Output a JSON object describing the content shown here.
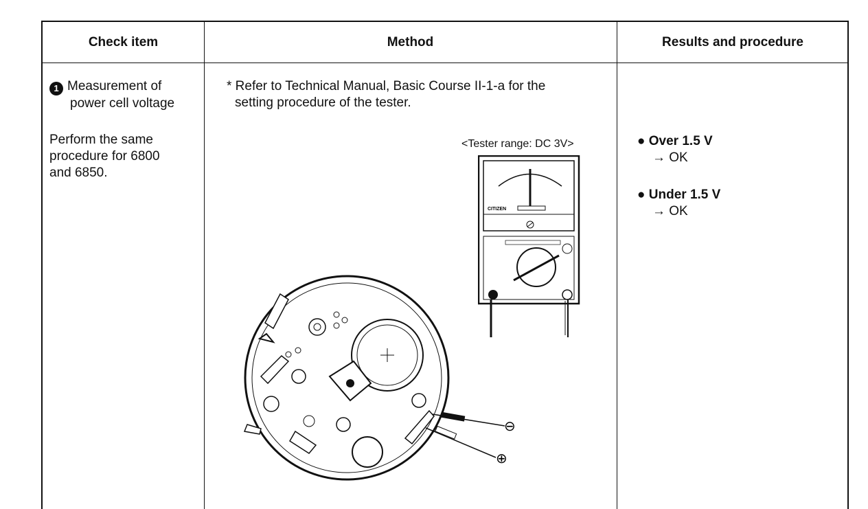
{
  "headers": {
    "check_item": "Check item",
    "method": "Method",
    "results": "Results and procedure"
  },
  "check_item": {
    "number": "1",
    "line1": "Measurement of",
    "line2": "power cell voltage",
    "note_line1": "Perform the same",
    "note_line2": "procedure for 6800",
    "note_line3": "and 6850."
  },
  "method": {
    "note_line1": "* Refer to Technical Manual, Basic Course II-1-a for the",
    "note_line2": "setting procedure of the tester.",
    "tester_range": "<Tester range:  DC 3V>",
    "tester_brand": "CITIZEN",
    "minus_symbol": "⊖",
    "plus_symbol": "⊕"
  },
  "results": {
    "item1_label": "Over 1.5 V",
    "item1_result": "→ OK",
    "item2_label": "Under 1.5 V",
    "item2_result": "→ OK"
  }
}
